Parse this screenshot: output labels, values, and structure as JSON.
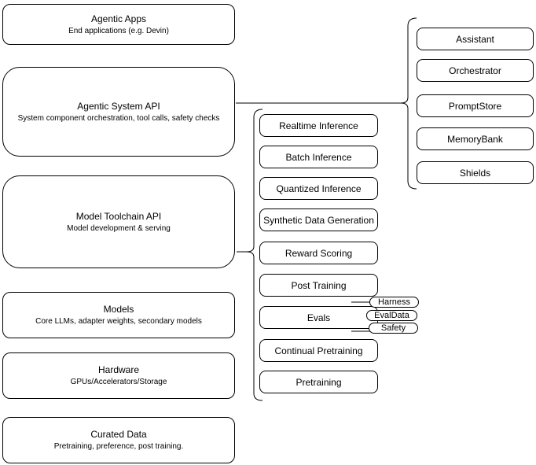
{
  "diagram": {
    "colors": {
      "background": "#ffffff",
      "stroke": "#000000",
      "text": "#000000",
      "node_fill": "#ffffff"
    },
    "left_stack": [
      {
        "title": "Agentic Apps",
        "subtitle": "End applications (e.g. Devin)"
      },
      {
        "title": "Agentic System API",
        "subtitle": "System component orchestration, tool calls, safety checks"
      },
      {
        "title": "Model Toolchain API",
        "subtitle": "Model development & serving"
      },
      {
        "title": "Models",
        "subtitle": "Core LLMs, adapter weights, secondary models"
      },
      {
        "title": "Hardware",
        "subtitle": "GPUs/Accelerators/Storage"
      },
      {
        "title": "Curated Data",
        "subtitle": "Pretraining, preference, post training."
      }
    ],
    "toolchain_group": {
      "attached_to": "Model Toolchain API",
      "items": [
        "Realtime Inference",
        "Batch Inference",
        "Quantized Inference",
        "Synthetic Data Generation",
        "Reward Scoring",
        "Post Training",
        "Evals",
        "Continual Pretraining",
        "Pretraining"
      ]
    },
    "evals_tags": [
      "Harness",
      "EvalData",
      "Safety"
    ],
    "system_group": {
      "attached_to": "Agentic System API",
      "items": [
        "Assistant",
        "Orchestrator",
        "PromptStore",
        "MemoryBank",
        "Shields"
      ]
    }
  }
}
